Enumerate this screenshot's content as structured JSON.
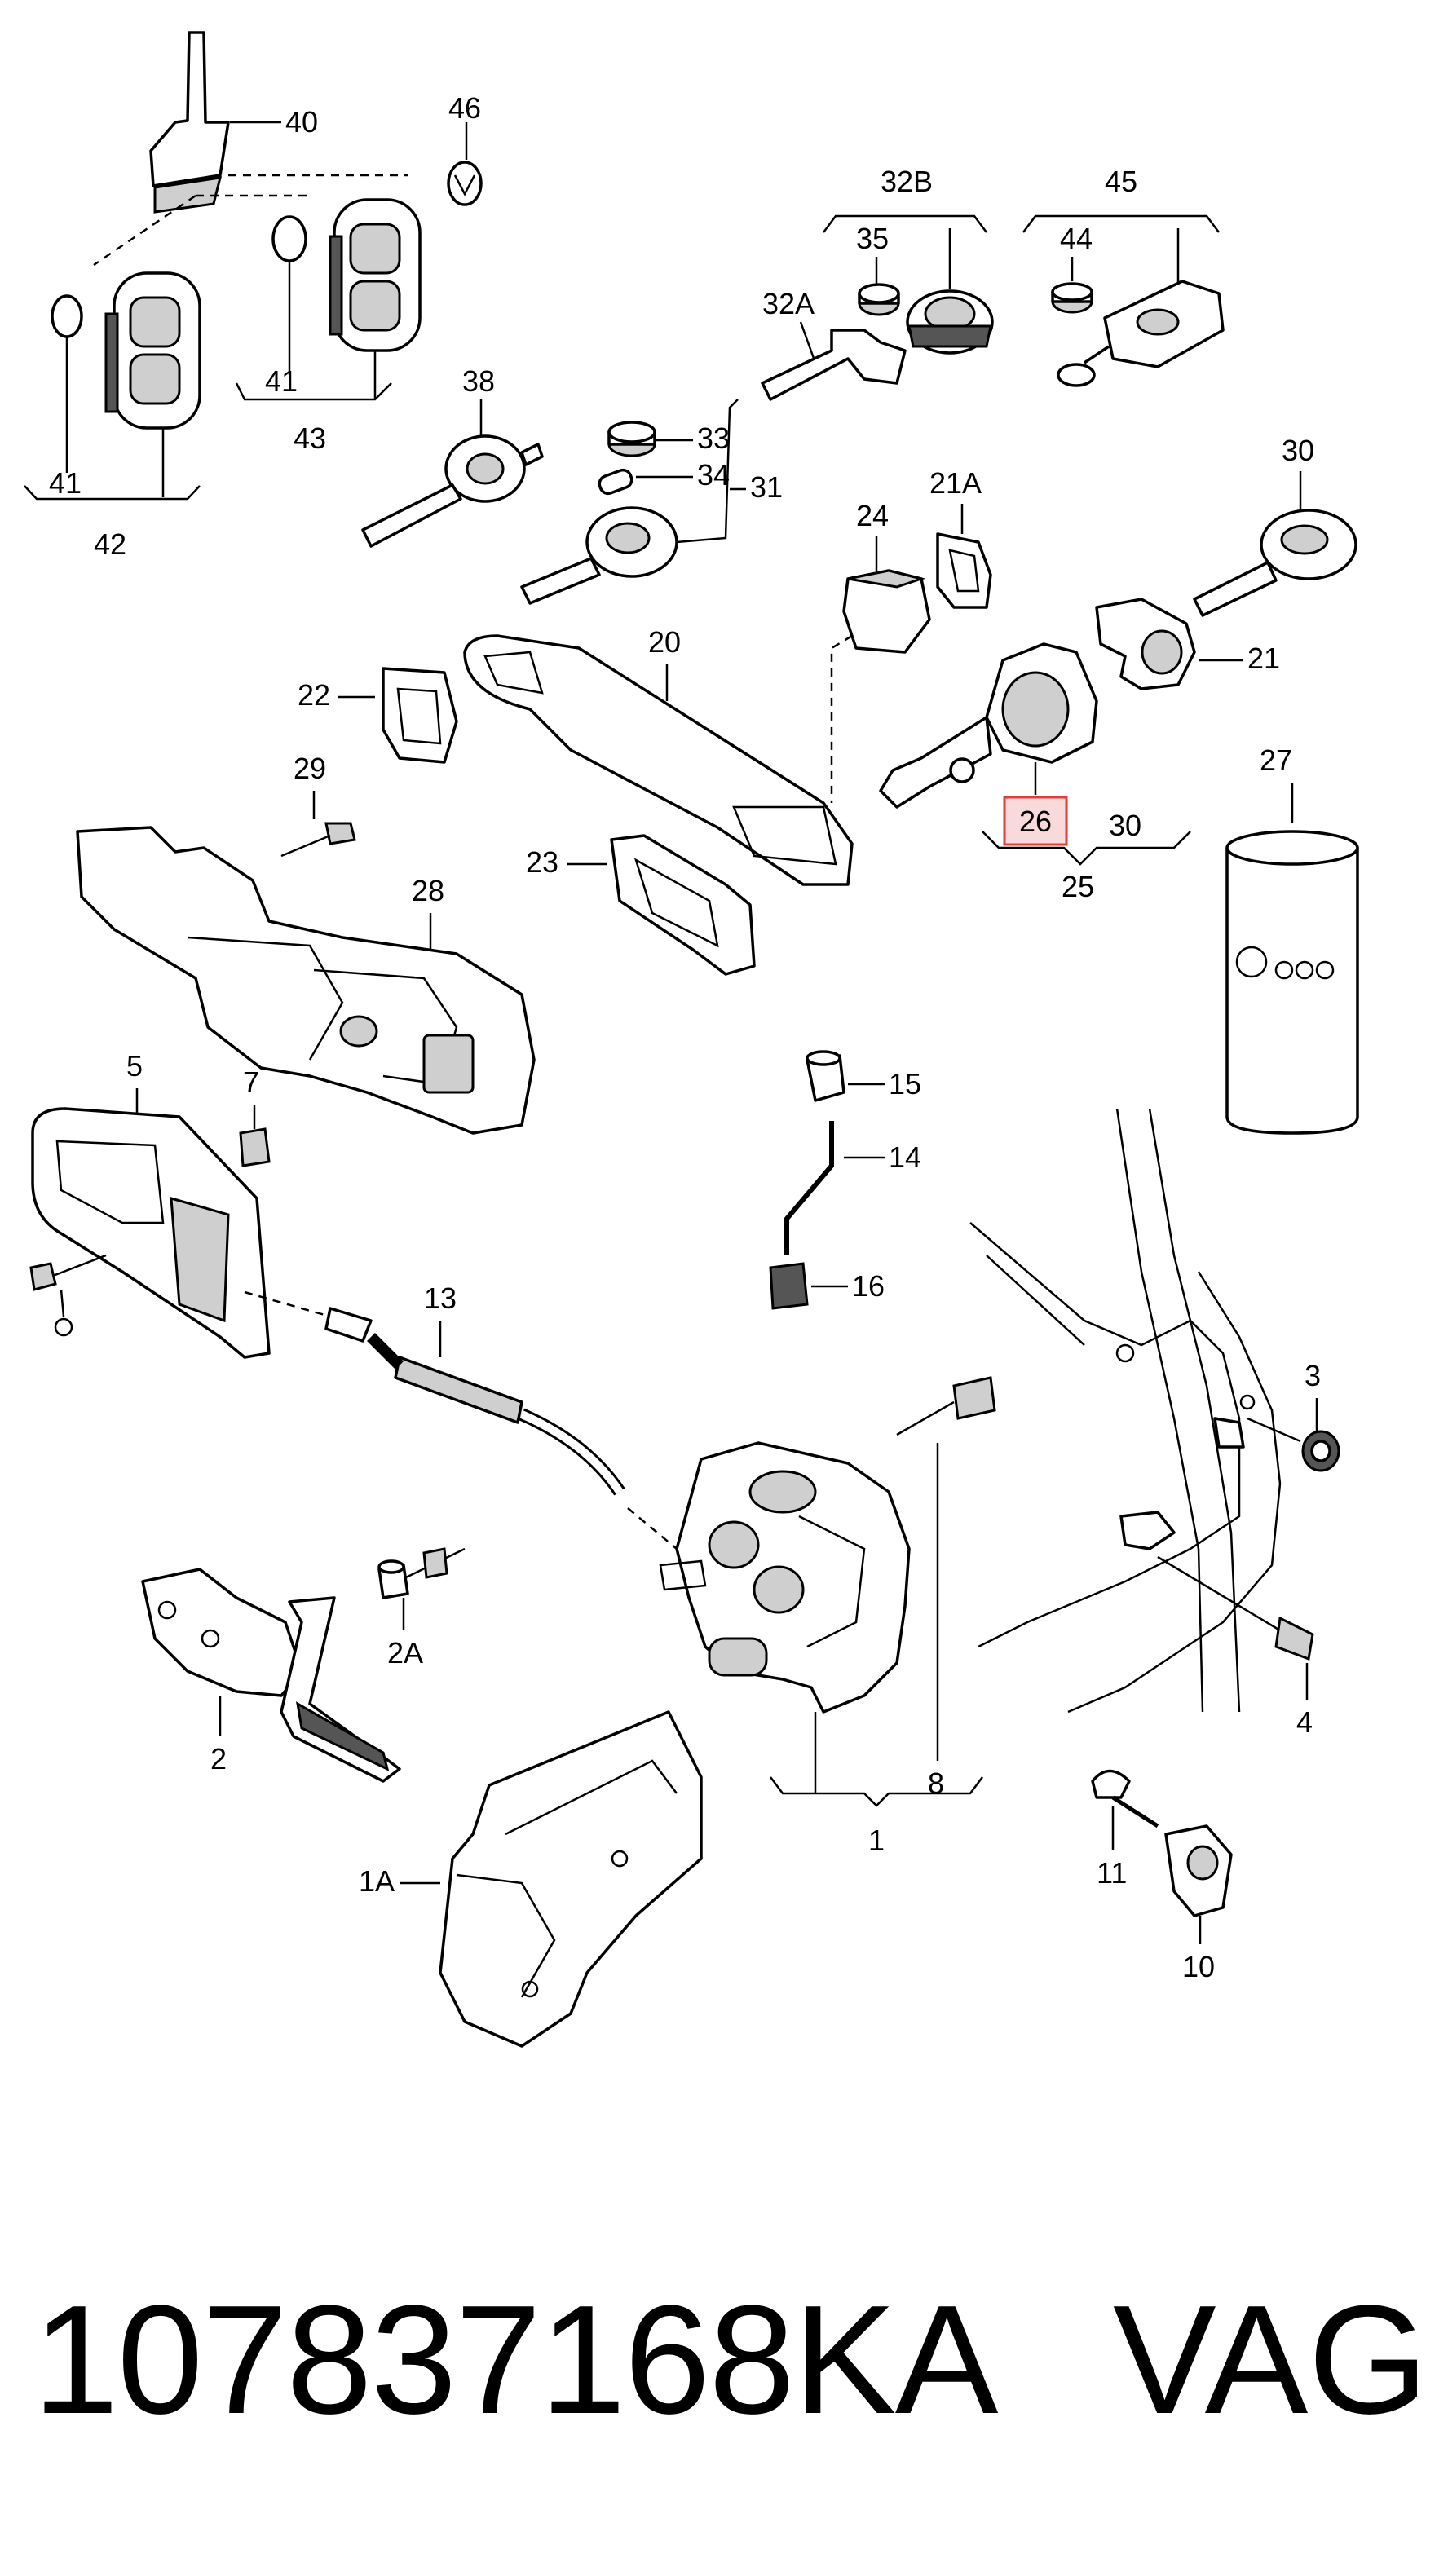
{
  "callouts": {
    "c40": "40",
    "c46": "46",
    "c32b": "32B",
    "c45": "45",
    "c35": "35",
    "c44": "44",
    "c32a": "32A",
    "c41a": "41",
    "c41b": "41",
    "c43": "43",
    "c42": "42",
    "c38": "38",
    "c33": "33",
    "c34": "34",
    "c31": "31",
    "c24": "24",
    "c21a": "21A",
    "c30a": "30",
    "c20": "20",
    "c22": "22",
    "c21": "21",
    "c29": "29",
    "c27": "27",
    "c26": "26",
    "c30b": "30",
    "c25": "25",
    "c23": "23",
    "c28": "28",
    "c5": "5",
    "c7": "7",
    "c15": "15",
    "c14": "14",
    "c16": "16",
    "c13": "13",
    "c3": "3",
    "c2a": "2A",
    "c4": "4",
    "c2": "2",
    "c8": "8",
    "c1": "1",
    "c11": "11",
    "c1a": "1A",
    "c10": "10"
  },
  "highlight": {
    "label": "26",
    "color": "#e23b3b"
  },
  "footer": {
    "part_number": "107837168KA",
    "brand": "VAG"
  }
}
